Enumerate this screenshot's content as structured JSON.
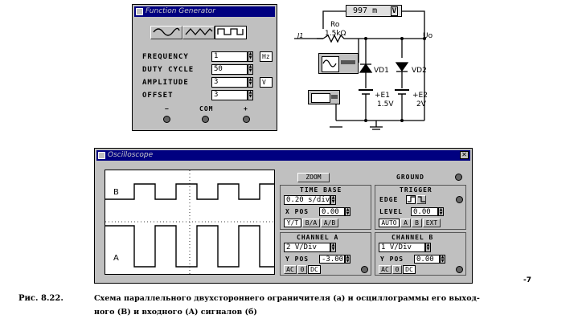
{
  "function_generator": {
    "title": "Function Generator",
    "waveforms": [
      "sine",
      "triangle",
      "square"
    ],
    "selected_waveform": "square",
    "frequency": {
      "label": "FREQUENCY",
      "value": "1",
      "unit": "Hz"
    },
    "duty_cycle": {
      "label": "DUTY CYCLE",
      "value": "50"
    },
    "amplitude": {
      "label": "AMPLITUDE",
      "value": "3",
      "unit": "V"
    },
    "offset": {
      "label": "OFFSET",
      "value": "3"
    },
    "terminals": {
      "minus": "−",
      "common": "COM",
      "plus": "+"
    }
  },
  "circuit": {
    "meter_value": "997 m",
    "meter_unit": "V",
    "source_label": "J1",
    "resistor_name": "Ro",
    "resistor_value": "1.5kΩ",
    "output_label": "Uo",
    "diode1": "VD1",
    "diode2": "VD2",
    "battery1_name": "+E1",
    "battery1_value": "1.5V",
    "battery2_name": "+E2",
    "battery2_value": "2V"
  },
  "oscilloscope": {
    "title": "Oscilloscope",
    "zoom_label": "ZOOM",
    "ground_label": "GROUND",
    "trace_b_label": "B",
    "trace_a_label": "A",
    "time_base": {
      "title": "TIME BASE",
      "value": "0.20 s/div",
      "xpos_label": "X POS",
      "xpos_value": "0.00",
      "modes": [
        "Y/T",
        "B/A",
        "A/B"
      ],
      "active_mode": "Y/T"
    },
    "trigger": {
      "title": "TRIGGER",
      "edge_label": "EDGE",
      "level_label": "LEVEL",
      "level_value": "0.00",
      "sources": [
        "AUTO",
        "A",
        "B",
        "EXT"
      ],
      "active_source": "AUTO"
    },
    "channel_a": {
      "title": "CHANNEL A",
      "scale": "2 V/Div",
      "ypos_label": "Y POS",
      "ypos_value": "-3.00",
      "coupling": [
        "AC",
        "0",
        "DC"
      ],
      "active_coupling": "DC"
    },
    "channel_b": {
      "title": "CHANNEL B",
      "scale": "1 V/Div",
      "ypos_label": "Y POS",
      "ypos_value": "0.00",
      "coupling": [
        "AC",
        "0",
        "DC"
      ],
      "active_coupling": "DC"
    }
  },
  "page_mark": "-7",
  "caption": {
    "figure_label": "Рис. 8.22.",
    "line1": "Схема параллельного двухстороннего ограничителя (а) и осциллограммы его выход-",
    "line2": "ного (B) и входного (A) сигналов (б)"
  }
}
